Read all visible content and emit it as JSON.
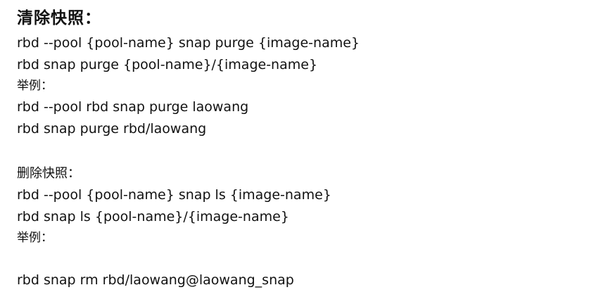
{
  "section_purge": {
    "title": "清除快照：",
    "lines": [
      "rbd --pool {pool-name} snap purge {image-name}",
      "rbd snap purge {pool-name}/{image-name}"
    ],
    "example_label": "举例：",
    "examples": [
      "rbd --pool rbd snap purge laowang",
      "rbd snap purge rbd/laowang"
    ]
  },
  "section_delete": {
    "title": "删除快照：",
    "lines": [
      "rbd --pool {pool-name} snap ls {image-name}",
      "rbd snap ls {pool-name}/{image-name}"
    ],
    "example_label": "举例：",
    "examples": [
      "rbd snap rm rbd/laowang@laowang_snap"
    ]
  }
}
